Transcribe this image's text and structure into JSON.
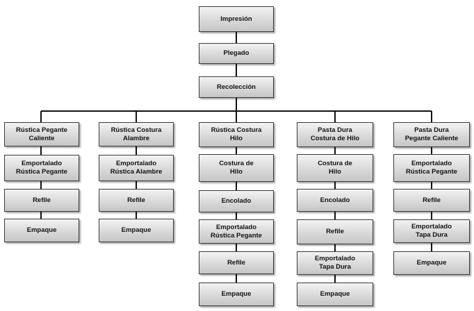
{
  "diagram": {
    "root": [
      {
        "id": "impresion",
        "label": "Impresión"
      },
      {
        "id": "plegado",
        "label": "Plegado"
      },
      {
        "id": "recoleccion",
        "label": "Recolección"
      }
    ],
    "branches": [
      {
        "id": "rustica-pegante-caliente",
        "steps": [
          {
            "label": "Rústica Pegante\nCaliente"
          },
          {
            "label": "Emportalado\nRústica Pegante"
          },
          {
            "label": "Refile"
          },
          {
            "label": "Empaque"
          }
        ]
      },
      {
        "id": "rustica-costura-alambre",
        "steps": [
          {
            "label": "Rústica  Costura\nAlambre"
          },
          {
            "label": "Emportalado\nRústica Alambre"
          },
          {
            "label": "Refile"
          },
          {
            "label": "Empaque"
          }
        ]
      },
      {
        "id": "rustica-costura-hilo",
        "steps": [
          {
            "label": "Rústica  Costura\nHilo"
          },
          {
            "label": "Costura de\nHilo"
          },
          {
            "label": "Encolado"
          },
          {
            "label": "Emportalado\nRústica Pegante"
          },
          {
            "label": "Refile"
          },
          {
            "label": "Empaque"
          }
        ]
      },
      {
        "id": "pasta-dura-costura-hilo",
        "steps": [
          {
            "label": "Pasta  Dura\nCostura de Hilo"
          },
          {
            "label": "Costura de\nHilo"
          },
          {
            "label": "Encolado"
          },
          {
            "label": "Refile"
          },
          {
            "label": "Emportalado\nTapa Dura"
          },
          {
            "label": "Empaque"
          }
        ]
      },
      {
        "id": "pasta-dura-pegante-caliente",
        "steps": [
          {
            "label": "Pasta  Dura\nPegante Caliente"
          },
          {
            "label": "Emportalado\nRústica Pegante"
          },
          {
            "label": "Refile"
          },
          {
            "label": "Emportalado\nTapa Dura"
          },
          {
            "label": "Empaque"
          }
        ]
      }
    ]
  }
}
